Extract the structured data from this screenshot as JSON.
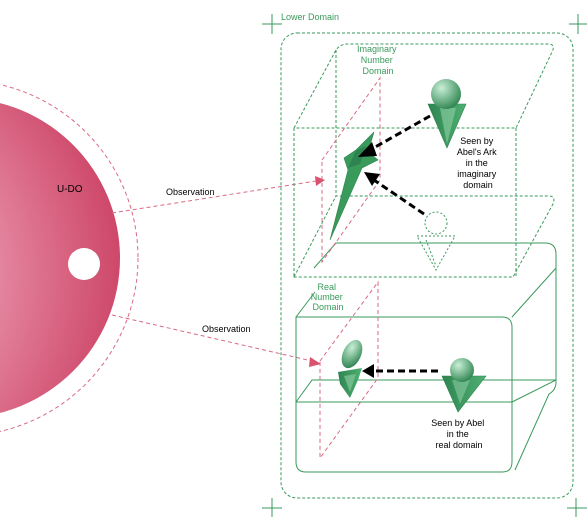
{
  "labels": {
    "lower_domain": "Lower Domain",
    "imaginary_domain": [
      "Imaginary",
      "Number",
      "Domain"
    ],
    "real_domain": [
      "Real",
      "Number",
      "Domain"
    ],
    "udo": "U-DO",
    "observation_top": "Observation",
    "observation_bottom": "Observation",
    "seen_ark": [
      "Seen by",
      "Abel's Ark",
      "in the",
      "imaginary",
      "domain"
    ],
    "seen_abel": [
      "Seen by Abel",
      "in the",
      "real domain"
    ]
  },
  "colors": {
    "green": "#3a9a5c",
    "green_dark": "#2e8450",
    "green_light": "#8fd0a5",
    "pink": "#d9536f",
    "pink_dash": "#d96a82",
    "sphere_dark": "#c8385c",
    "sphere_light": "#f3c7d3",
    "black": "#000000"
  },
  "icons": {
    "ark_figure": "ark-figure-icon",
    "ark_ghost": "ark-ghost-icon",
    "abel_figure": "abel-figure-icon",
    "abel_reflection": "abel-reflection-icon",
    "ark_reflection": "ark-reflection-icon"
  }
}
